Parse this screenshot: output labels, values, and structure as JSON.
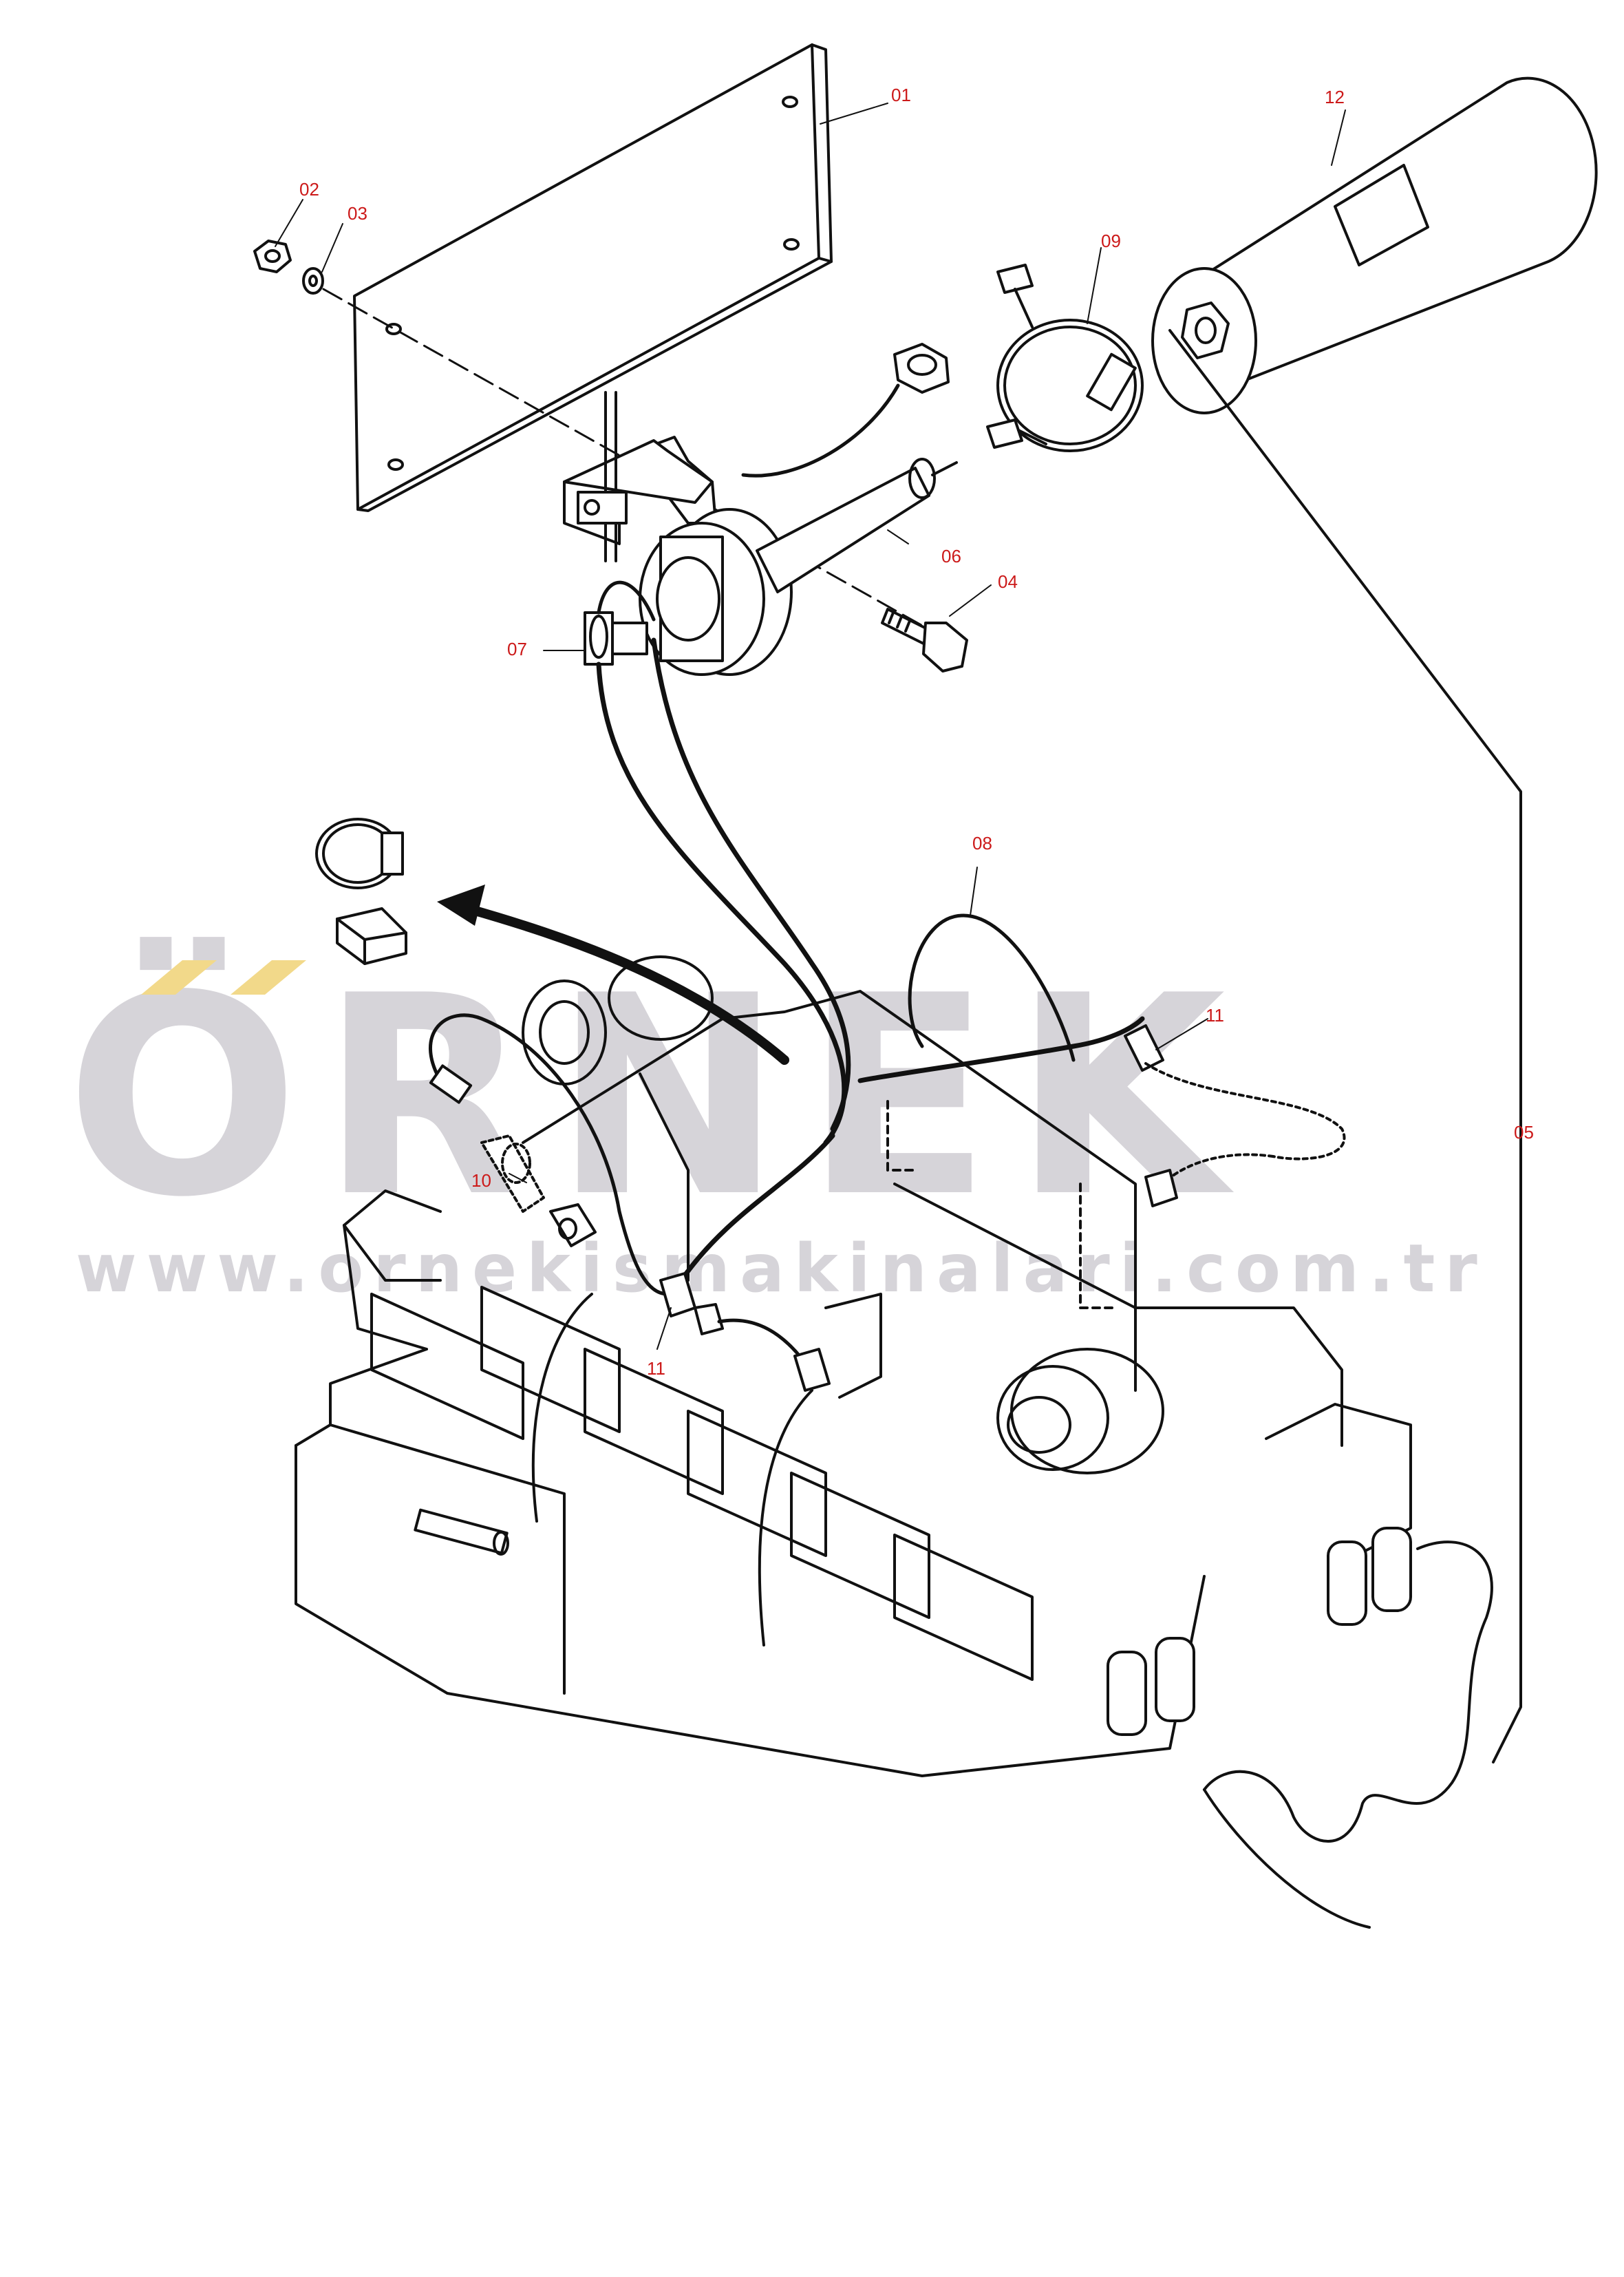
{
  "watermark": {
    "logo": "ÖRNEK",
    "url": "www.ornekismakinalari.com.tr",
    "accent_color": "#f2d98a",
    "text_color": "#d6d4d9"
  },
  "callouts": {
    "c01": "01",
    "c02": "02",
    "c03": "03",
    "c04": "04",
    "c05": "05",
    "c06": "06",
    "c07": "07",
    "c08": "08",
    "c09": "09",
    "c10": "10",
    "c11a": "11",
    "c11b": "11",
    "c12": "12"
  },
  "colors": {
    "line": "#111111",
    "callout": "#cc1a1a"
  }
}
